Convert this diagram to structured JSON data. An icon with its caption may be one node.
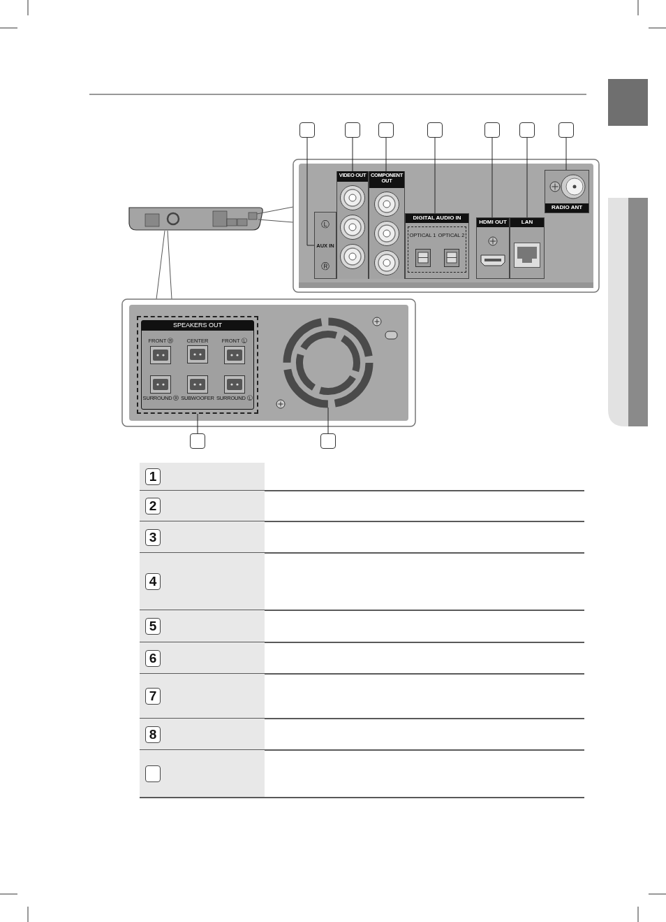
{
  "diagram": {
    "nodes": [
      {
        "text": [],
        "shape": "box"
      },
      {
        "text": [],
        "shape": "box"
      },
      {
        "text": [],
        "shape": "box"
      },
      {
        "text": [],
        "shape": "box"
      },
      {
        "text": [],
        "shape": "box"
      },
      {
        "text": [],
        "shape": "box"
      },
      {
        "text": [],
        "shape": "box"
      },
      {
        "text": [
          "Ⓛ",
          "AUX IN",
          "Ⓡ"
        ]
      },
      {
        "text": [
          "VIDEO OUT"
        ]
      },
      {
        "text": [
          "COMPONENT OUT"
        ]
      },
      {
        "text": [
          "DIGITAL AUDIO IN",
          "OPTICAL 1",
          "OPTICAL 2"
        ]
      },
      {
        "text": [
          "HDMI OUT"
        ]
      },
      {
        "text": [
          "LAN"
        ]
      },
      {
        "text": [
          "RADIO ANT"
        ]
      },
      {
        "text": [
          "SPEAKERS OUT",
          "FRONT Ⓡ",
          "CENTER",
          "FRONT Ⓛ",
          "SURROUND Ⓡ",
          "SUBWOOFER",
          "SURROUND Ⓛ"
        ]
      },
      {
        "text": [],
        "shape": "circle"
      },
      {
        "text": [],
        "shape": "box"
      },
      {
        "text": [],
        "shape": "box"
      }
    ],
    "edges": [
      {
        "from": 0,
        "to": 7,
        "arrow": "none"
      },
      {
        "from": 1,
        "to": 8,
        "arrow": "none"
      },
      {
        "from": 2,
        "to": 9,
        "arrow": "none"
      },
      {
        "from": 3,
        "to": 10,
        "arrow": "none"
      },
      {
        "from": 4,
        "to": 11,
        "arrow": "none"
      },
      {
        "from": 5,
        "to": 12,
        "arrow": "none"
      },
      {
        "from": 6,
        "to": 13,
        "arrow": "none"
      },
      {
        "from": 16,
        "to": 14,
        "arrow": "none"
      },
      {
        "from": 17,
        "to": 15,
        "arrow": "none"
      }
    ],
    "labels": [
      "1",
      "2",
      "3",
      "4",
      "5",
      "6",
      "7",
      "8"
    ]
  }
}
